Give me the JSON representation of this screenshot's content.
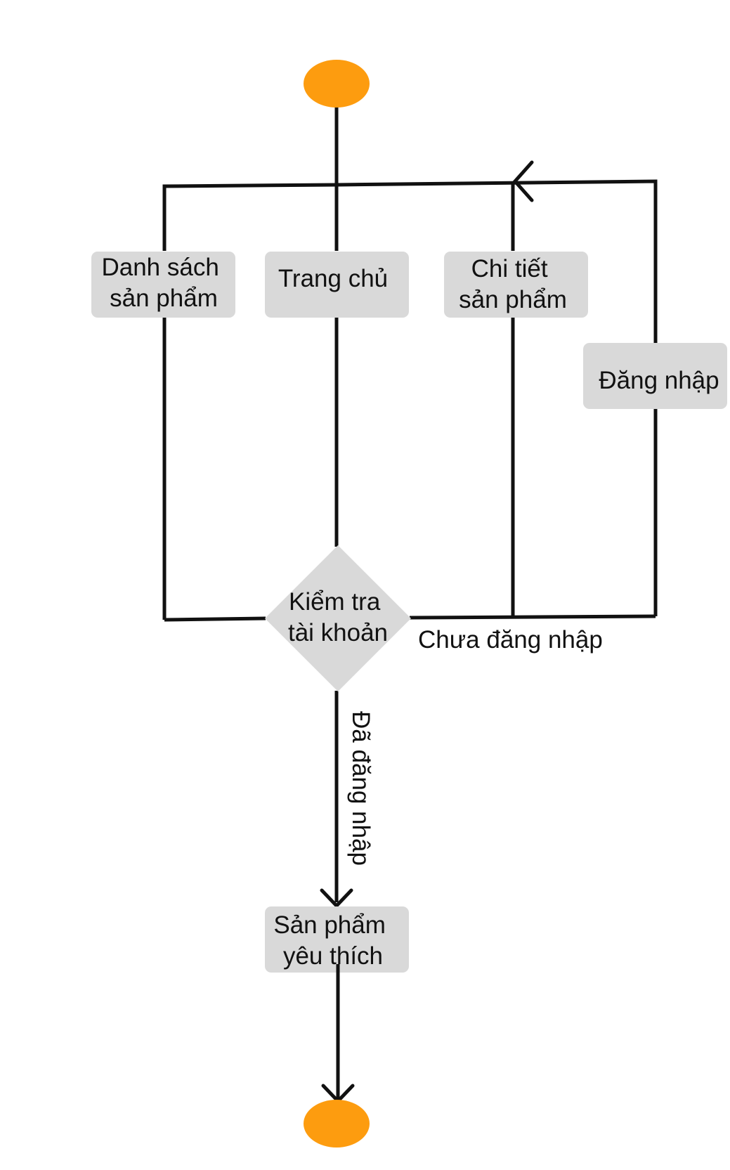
{
  "diagram": {
    "colors": {
      "terminal": "#FD9C0F",
      "node": "#D9D9D9",
      "line": "#111111",
      "text": "#111111"
    },
    "nodes": {
      "danh_sach": [
        "Danh sách",
        "sản phẩm"
      ],
      "trang_chu": [
        "Trang chủ"
      ],
      "chi_tiet": [
        "Chi tiết",
        "sản phẩm"
      ],
      "dang_nhap": [
        "Đăng nhập"
      ],
      "kiem_tra": [
        "Kiểm tra",
        "tài khoản"
      ],
      "yeu_thich": [
        "Sản phẩm",
        "yêu thích"
      ]
    },
    "edges": {
      "not_logged_in": "Chưa đăng nhập",
      "logged_in": "Đã đăng nhập"
    }
  }
}
